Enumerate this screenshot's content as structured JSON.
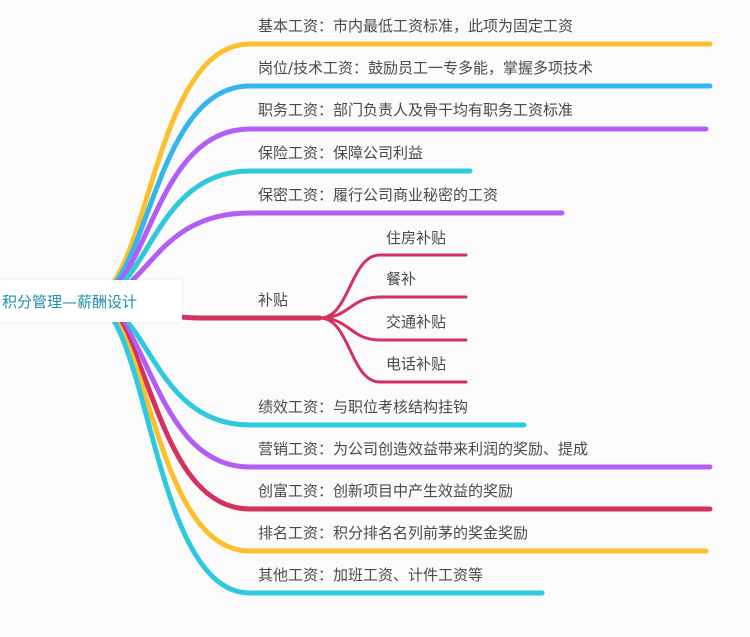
{
  "root": {
    "label": "积分管理—薪酬设计"
  },
  "colors": {
    "yellow": "#fcc02e",
    "blue": "#33b5f0",
    "purple": "#b25ef5",
    "cyan": "#2ec9dc",
    "crimson": "#d2325e"
  },
  "branches": [
    {
      "label": "基本工资：市内最低工资标准，此项为固定工资",
      "color": "yellow"
    },
    {
      "label": "岗位/技术工资：鼓励员工一专多能，掌握多项技术",
      "color": "blue"
    },
    {
      "label": "职务工资：部门负责人及骨干均有职务工资标准",
      "color": "purple"
    },
    {
      "label": "保险工资：保障公司利益",
      "color": "cyan"
    },
    {
      "label": "保密工资：履行公司商业秘密的工资",
      "color": "purple"
    },
    {
      "label": "补贴",
      "color": "crimson",
      "children": [
        {
          "label": "住房补贴"
        },
        {
          "label": "餐补"
        },
        {
          "label": "交通补贴"
        },
        {
          "label": "电话补贴"
        }
      ]
    },
    {
      "label": "绩效工资：与职位考核结构挂钩",
      "color": "cyan"
    },
    {
      "label": "营销工资：为公司创造效益带来利润的奖励、提成",
      "color": "purple"
    },
    {
      "label": "创富工资：创新项目中产生效益的奖励",
      "color": "crimson"
    },
    {
      "label": "排名工资：积分排名名列前茅的奖金奖励",
      "color": "yellow"
    },
    {
      "label": "其他工资：加班工资、计件工资等",
      "color": "cyan"
    }
  ]
}
